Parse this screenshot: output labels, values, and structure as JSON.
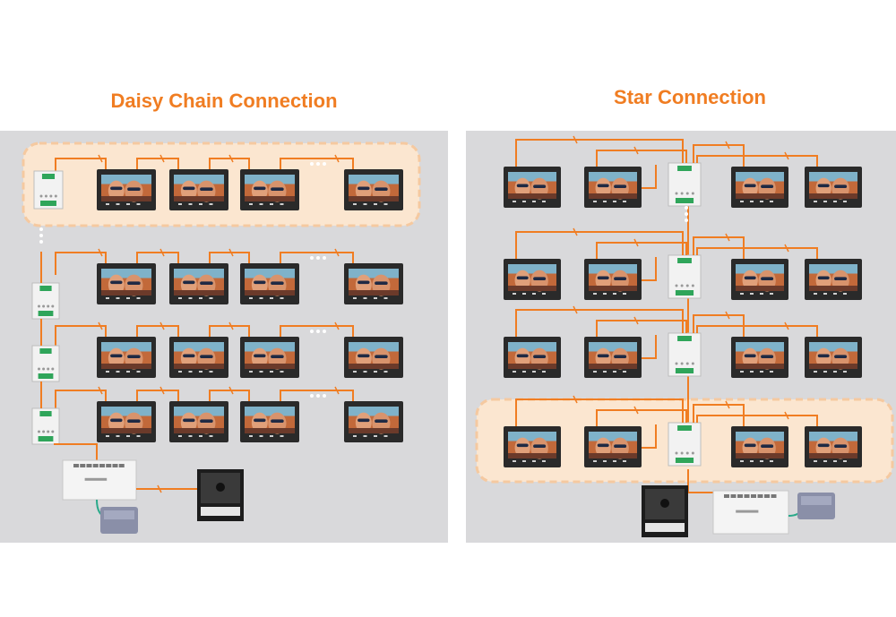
{
  "titles": {
    "daisy": "Daisy Chain Connection",
    "star": "Star Connection"
  },
  "colors": {
    "accent": "#f07d22",
    "panel_bg": "#d9d9db",
    "highlight_fill": "#fbe6d0",
    "monitor_frame": "#2a2a2a",
    "distributor_body": "#f2f2f2",
    "terminal_green": "#2fa55a",
    "ground_cable": "#2aa98a"
  },
  "devices": {
    "monitor": "indoor-monitor",
    "distributor": "video-distributor",
    "power_supply": "power-supply-din-rail",
    "door_station": "door-station-module",
    "network_switch": "network-switch"
  }
}
